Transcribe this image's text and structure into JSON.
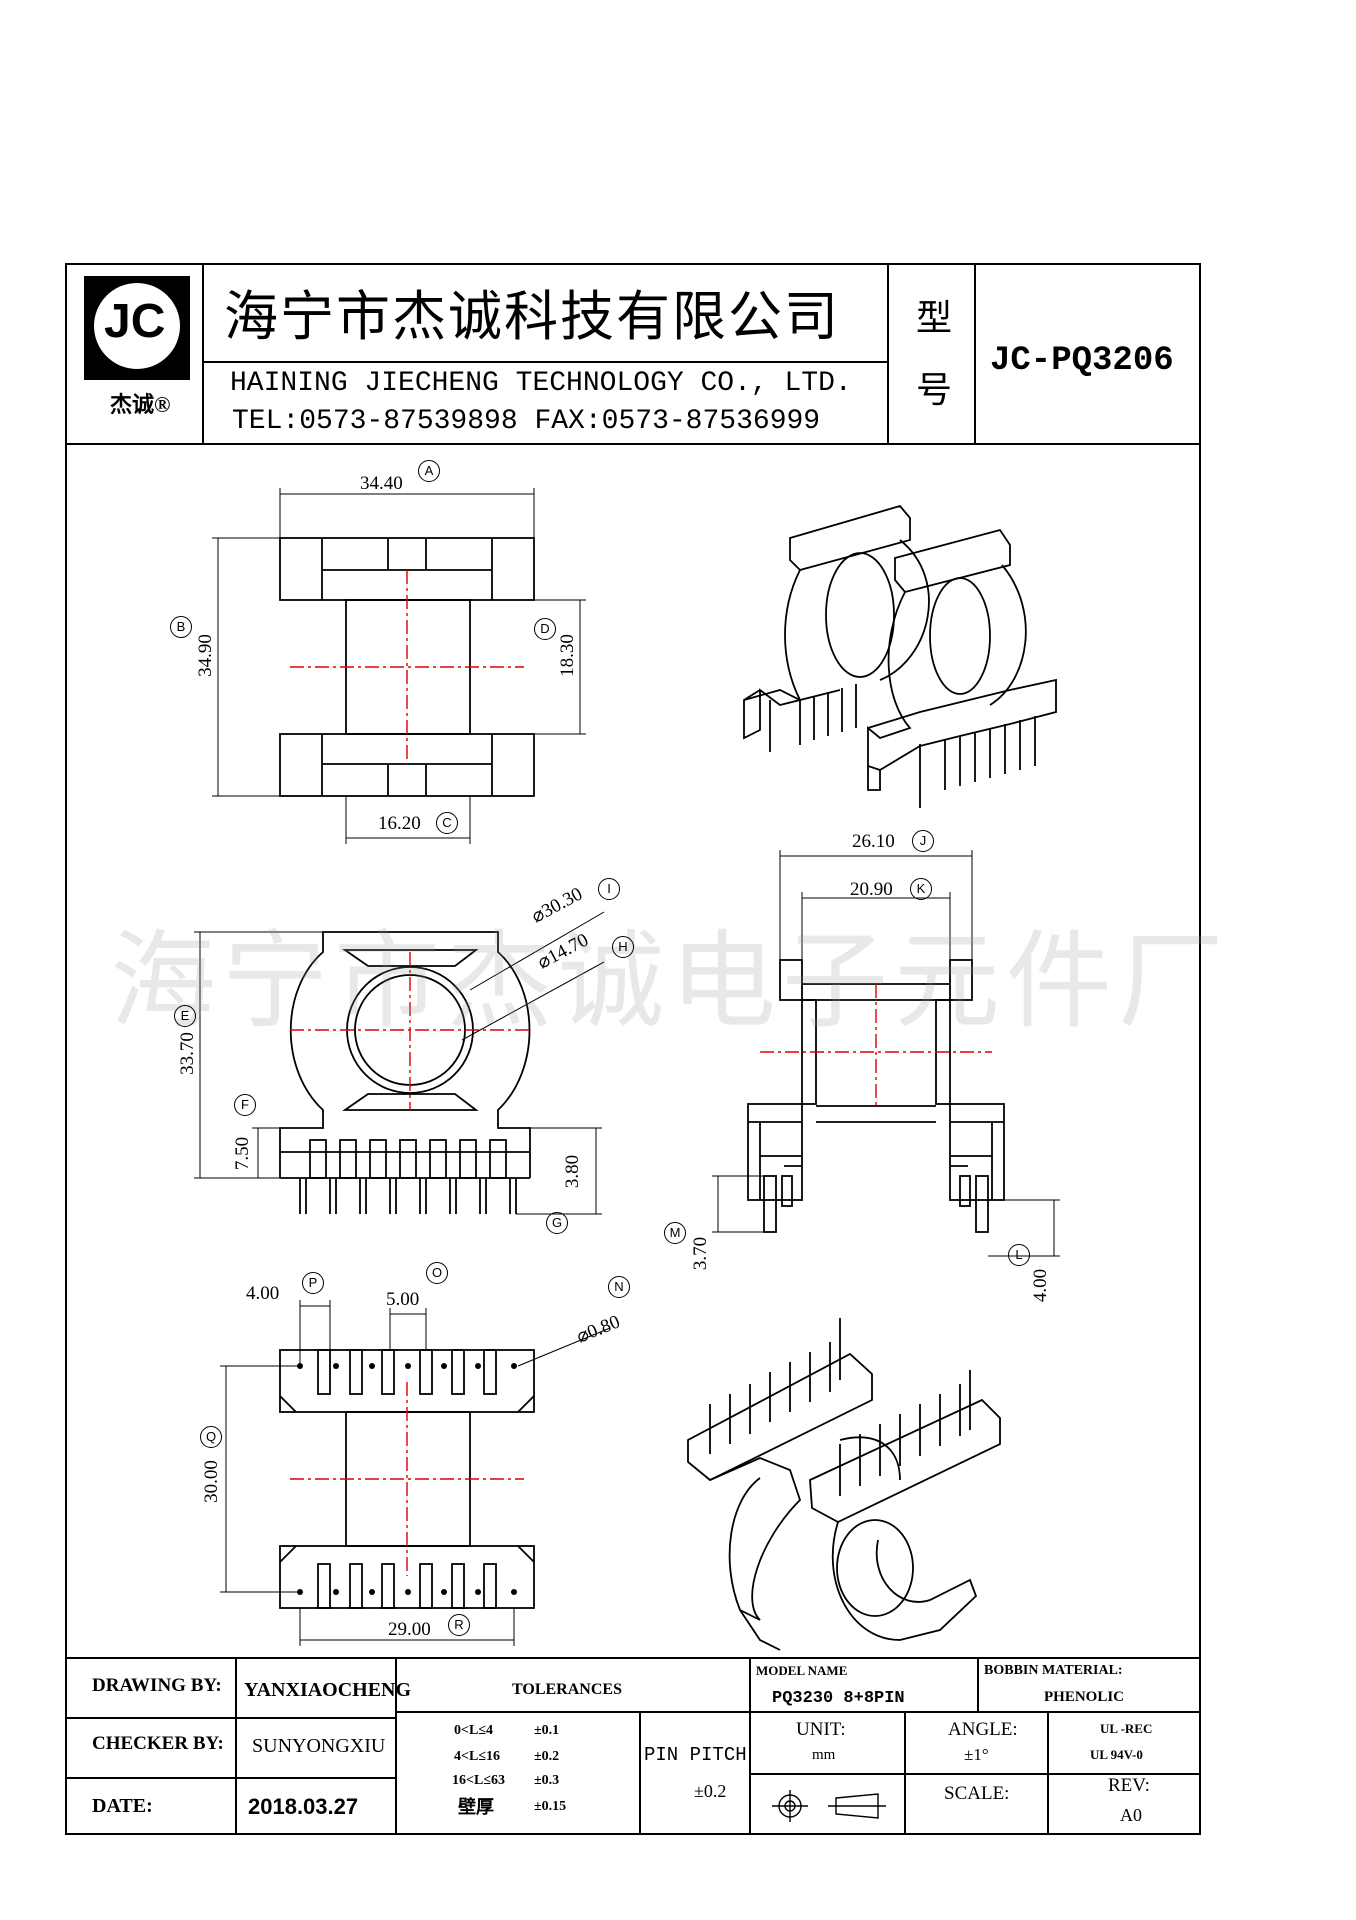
{
  "header": {
    "logo_letters": "JC",
    "logo_caption": "杰诚®",
    "company_cn": "海宁市杰诚科技有限公司",
    "company_en": "HAINING JIECHENG TECHNOLOGY CO., LTD.",
    "contact": "TEL:0573-87539898  FAX:0573-87536999",
    "type_label_1": "型",
    "type_label_2": "号",
    "model": "JC-PQ3206"
  },
  "watermark": "海宁市杰诚电子元件厂",
  "dimensions": {
    "A": {
      "label": "A",
      "value": "34.40"
    },
    "B": {
      "label": "B",
      "value": "34.90"
    },
    "C": {
      "label": "C",
      "value": "16.20"
    },
    "D": {
      "label": "D",
      "value": "18.30"
    },
    "E": {
      "label": "E",
      "value": "33.70"
    },
    "F": {
      "label": "F",
      "value": "7.50"
    },
    "G": {
      "label": "G",
      "value": "3.80"
    },
    "H": {
      "label": "H",
      "value": "⌀14.70"
    },
    "I": {
      "label": "I",
      "value": "⌀30.30"
    },
    "J": {
      "label": "J",
      "value": "26.10"
    },
    "K": {
      "label": "K",
      "value": "20.90"
    },
    "L": {
      "label": "L",
      "value": "4.00"
    },
    "M": {
      "label": "M",
      "value": "3.70"
    },
    "N": {
      "label": "N",
      "value": "⌀0.80"
    },
    "O": {
      "label": "O",
      "value": "5.00"
    },
    "P": {
      "label": "P",
      "value": "4.00"
    },
    "Q": {
      "label": "Q",
      "value": "30.00"
    },
    "R": {
      "label": "R",
      "value": "29.00"
    }
  },
  "title_block": {
    "drawing_by_label": "DRAWING  BY:",
    "drawing_by": "YANXIAOCHENG",
    "checker_by_label": "CHECKER  BY:",
    "checker_by": "SUNYONGXIU",
    "date_label": "DATE:",
    "date": "2018.03.27",
    "tolerances_label": "TOLERANCES",
    "tol_rows": [
      {
        "range": "0<L≤4",
        "tol": "±0.1"
      },
      {
        "range": "4<L≤16",
        "tol": "±0.2"
      },
      {
        "range": "16<L≤63",
        "tol": "±0.3"
      },
      {
        "range": "壁厚",
        "tol": "±0.15"
      }
    ],
    "pin_pitch_label": "PIN PITCH",
    "pin_pitch_tol": "±0.2",
    "model_name_label": "MODEL NAME",
    "model_name": "PQ3230 8+8PIN",
    "bobbin_material_label": "BOBBIN MATERIAL:",
    "bobbin_material": "PHENOLIC",
    "unit_label": "UNIT:",
    "unit": "mm",
    "angle_label": "ANGLE:",
    "angle": "±1°",
    "ul_1": "UL -REC",
    "ul_2": "UL  94V-0",
    "scale_label": "SCALE:",
    "rev_label": "REV:",
    "rev": "A0"
  }
}
